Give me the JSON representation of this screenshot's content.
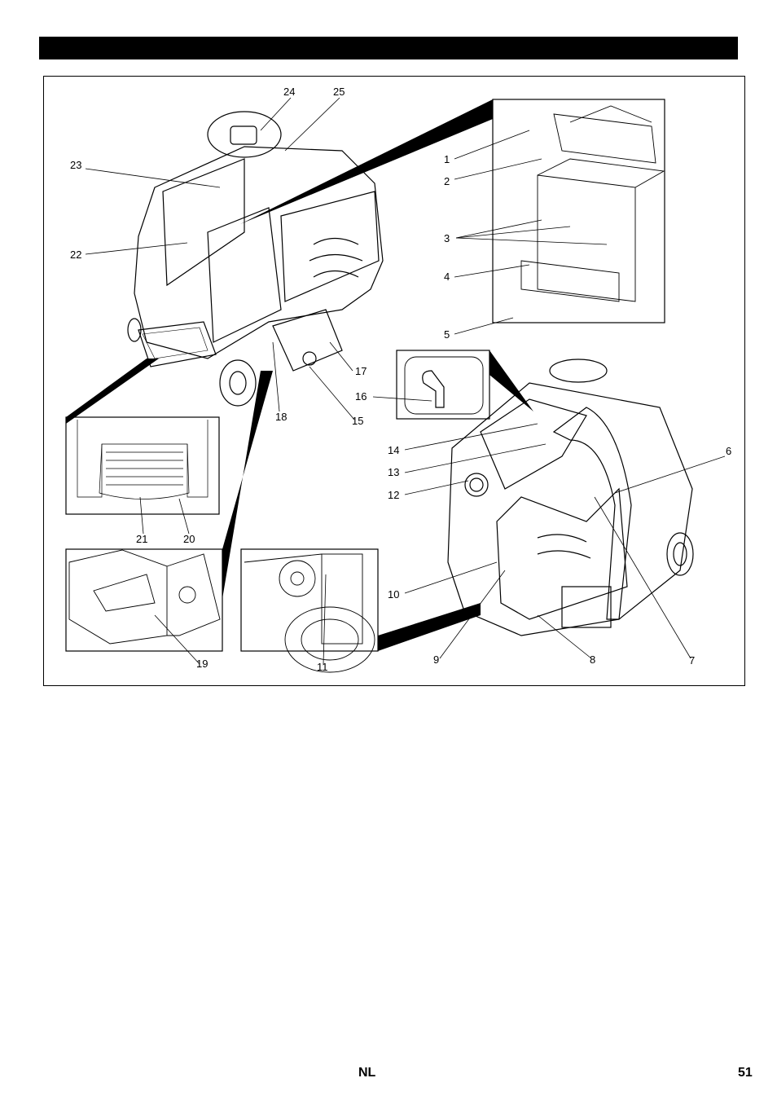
{
  "footer": {
    "language": "NL",
    "page_number": "51"
  },
  "callouts": [
    "1",
    "2",
    "3",
    "4",
    "5",
    "6",
    "7",
    "8",
    "9",
    "10",
    "11",
    "12",
    "13",
    "14",
    "15",
    "16",
    "17",
    "18",
    "19",
    "20",
    "21",
    "22",
    "23",
    "24",
    "25"
  ]
}
